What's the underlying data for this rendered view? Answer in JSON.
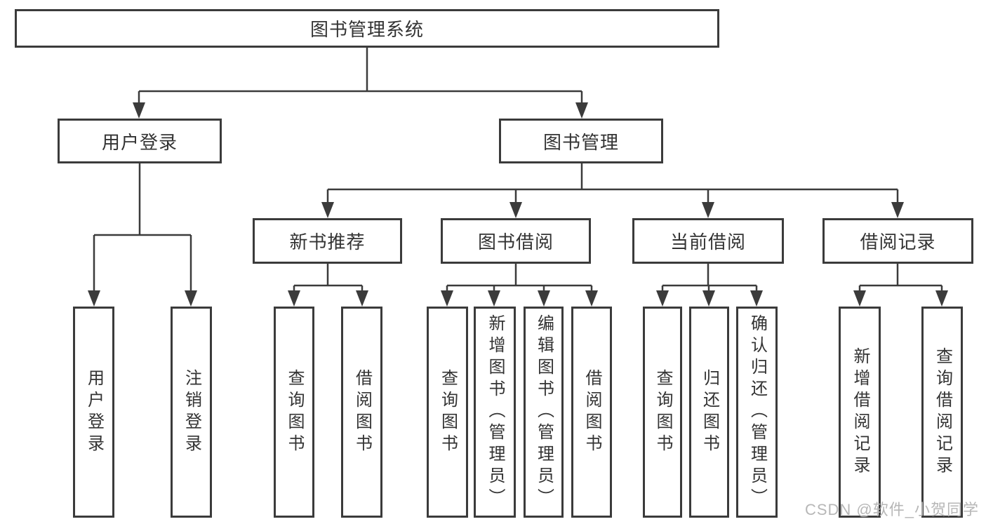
{
  "diagram_type": "hierarchy-tree",
  "colors": {
    "line": "#3b3b3b",
    "text": "#333333",
    "background": "#ffffff",
    "watermark": "#b7b7b7"
  },
  "tree": {
    "label": "图书管理系统",
    "children": [
      {
        "label": "用户登录",
        "children": [
          {
            "label": "用户登录"
          },
          {
            "label": "注销登录"
          }
        ]
      },
      {
        "label": "图书管理",
        "children": [
          {
            "label": "新书推荐",
            "children": [
              {
                "label": "查询图书"
              },
              {
                "label": "借阅图书"
              }
            ]
          },
          {
            "label": "图书借阅",
            "children": [
              {
                "label": "查询图书"
              },
              {
                "label": "新增图书（管理员）"
              },
              {
                "label": "编辑图书（管理员）"
              },
              {
                "label": "借阅图书"
              }
            ]
          },
          {
            "label": "当前借阅",
            "children": [
              {
                "label": "查询图书"
              },
              {
                "label": "归还图书"
              },
              {
                "label": "确认归还（管理员）"
              }
            ]
          },
          {
            "label": "借阅记录",
            "children": [
              {
                "label": "新增借阅记录"
              },
              {
                "label": "查询借阅记录"
              }
            ]
          }
        ]
      }
    ]
  },
  "watermark": {
    "text": "CSDN @软件_小贺同学"
  }
}
